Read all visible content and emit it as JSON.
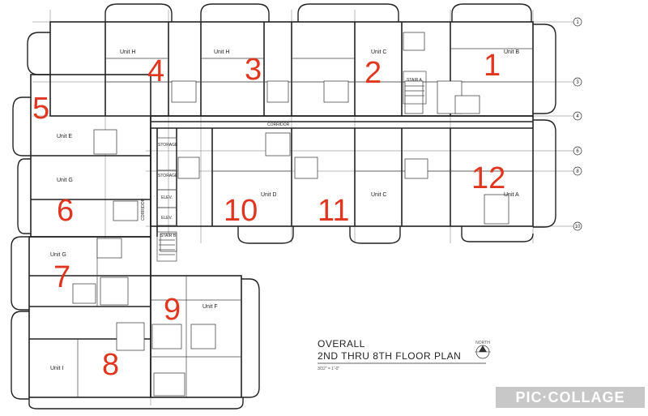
{
  "title": {
    "line1": "OVERALL",
    "line2": "2ND THRU 8TH FLOOR PLAN",
    "scale": "3/32\" = 1'-0\"",
    "north": "NORTH"
  },
  "rooms": {
    "corridor_h": "CORRIDOR",
    "corridor_v": "CORRIDOR",
    "storage1": "STORAGE",
    "storage2": "STORAGE",
    "elev1": "ELEV.",
    "elev2": "ELEV.",
    "stair_a": "STAIR A",
    "stair_b": "STAIR B"
  },
  "units": [
    {
      "label": "Unit H",
      "number": "4"
    },
    {
      "label": "Unit H",
      "number": "3"
    },
    {
      "label": "Unit C",
      "number": "2"
    },
    {
      "label": "Unit B",
      "number": "1"
    },
    {
      "label": "Unit E",
      "number": "5"
    },
    {
      "label": "Unit G",
      "number": "6"
    },
    {
      "label": "Unit G",
      "number": "7"
    },
    {
      "label": "Unit I",
      "number": "8"
    },
    {
      "label": "Unit F",
      "number": "9"
    },
    {
      "label": "Unit D",
      "number": "10"
    },
    {
      "label": "Unit C",
      "number": "11"
    },
    {
      "label": "Unit A",
      "number": "12"
    }
  ],
  "grid_bubbles": [
    "1",
    "3",
    "4",
    "6",
    "8",
    "10"
  ],
  "watermark": "PIC·COLLAGE",
  "colors": {
    "number_red": "#e0361f",
    "line": "#222222",
    "watermark_bg": "#c8c8c8"
  }
}
